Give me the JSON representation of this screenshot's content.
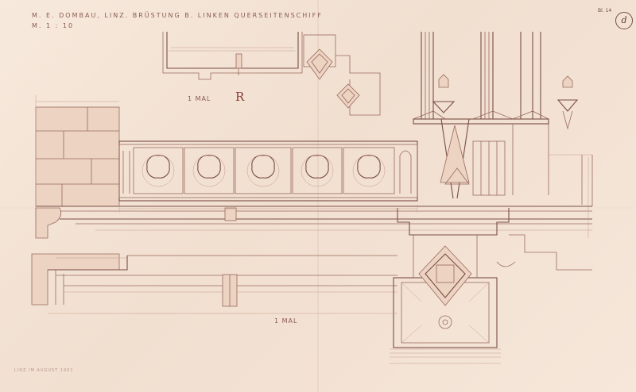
{
  "sheet": {
    "title": "M. E. DOMBAU, LINZ. BRÜSTUNG B. LINKEN QUERSEITENSCHIFF",
    "scale": "M. 1 : 10",
    "top_section_label": "1 MAL",
    "revision_mark": "R",
    "bottom_section_label": "1 MAL",
    "footer_note": "LINZ IM AUGUST 1901",
    "sheet_letter": "d",
    "sheet_number": "Bl. 14"
  },
  "colors": {
    "paper": "#f5e6d8",
    "ink": "#9a6a5c",
    "ink_dark": "#7a4e44",
    "accent_red": "#8a3a34"
  }
}
